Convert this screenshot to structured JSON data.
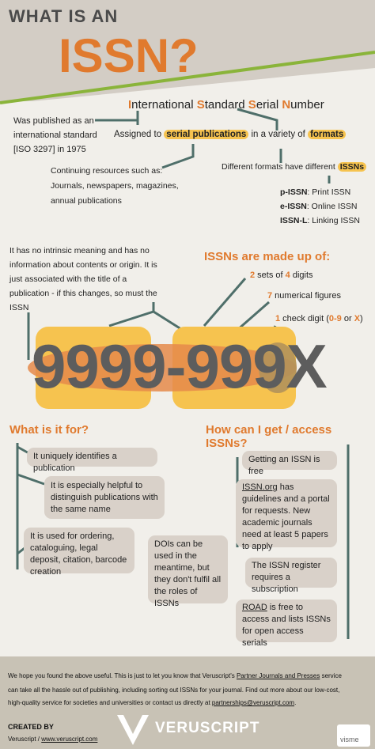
{
  "header": {
    "title_line1": "WHAT IS AN",
    "title_line2": "ISSN?"
  },
  "intro": {
    "full_name_letters": [
      "I",
      "S",
      "S",
      "N"
    ],
    "full_name_rest": [
      "nternational ",
      "tandard ",
      "erial ",
      "umber"
    ],
    "published_1": "Was published as an",
    "published_2": "international standard",
    "published_3": "[ISO 3297] in 1975",
    "assigned_pre": "Assigned to ",
    "assigned_hl1": "serial publications",
    "assigned_mid": " in a variety of ",
    "assigned_hl2": "formats",
    "continuing_1": "Continuing resources such as:",
    "continuing_2": "Journals, newspapers, magazines,",
    "continuing_3": "annual publications",
    "formats_pre": "Different formats have different ",
    "formats_hl": "ISSNs",
    "pissn_b": "p-ISSN",
    "pissn_t": ": Print ISSN",
    "eissn_b": "e-ISSN",
    "eissn_t": ": Online ISSN",
    "lissn_b": "ISSN-L",
    "lissn_t": ": Linking ISSN"
  },
  "meaning": {
    "line1": "It has no intrinsic meaning and has no",
    "line2": "information about contents or origin. It is",
    "line3": "just associated with the title of a",
    "line4": "publication - if this changes, so must the",
    "line5": "ISSN"
  },
  "made_up": {
    "heading": "ISSNs are made up of:",
    "sets_n": "2",
    "sets_mid": " sets of ",
    "sets_n2": "4",
    "sets_end": " digits",
    "figures_n": "7",
    "figures_t": " numerical figures",
    "check_n": "1",
    "check_mid": " check digit (",
    "check_range": "0-9",
    "check_or": " or ",
    "check_x": "X",
    "check_end": ")"
  },
  "example": {
    "number": "9999-999X"
  },
  "for": {
    "heading": "What is it for?",
    "b1": "It uniquely identifies a publication",
    "b2": "It is especially helpful to distinguish publications with the same name",
    "b3": "It is used for ordering, cataloguing, legal deposit, citation, barcode creation",
    "b4": "DOIs can be used in the meantime, but they don't fulfil all the roles of ISSNs"
  },
  "access": {
    "heading": "How can I get / access ISSNs?",
    "b1": "Getting an ISSN is free",
    "b2_link": "ISSN.org",
    "b2_rest": " has guidelines and a portal for requests. New academic journals need at least 5 papers to apply",
    "b3": "The ISSN register requires a subscription",
    "b4_link": "ROAD",
    "b4_rest": " is free to access and lists ISSNs for open access serials"
  },
  "footer": {
    "p1": "We hope you found the above useful. This is just to let you know that Veruscript's ",
    "p1_link": "Partner Journals and Presses",
    "p1_end": " service",
    "p2": "can take all the hassle out of publishing, including sorting out ISSNs for your journal. Find out more about our low-cost,",
    "p3": "high-quality service for societies and universities or contact us directly at ",
    "p3_link": "partnerships@veruscript.com",
    "p3_end": ".",
    "created_by": "CREATED BY",
    "credit_1": "Veruscript / ",
    "credit_link": "www.veruscript.com",
    "brand": "VERUSCRIPT",
    "visme": "visme"
  },
  "colors": {
    "orange": "#e07a2e",
    "yellow": "#f6c34f",
    "teal": "#4f6f6a",
    "green": "#8ab43a",
    "bubble": "#d9d1c9"
  }
}
